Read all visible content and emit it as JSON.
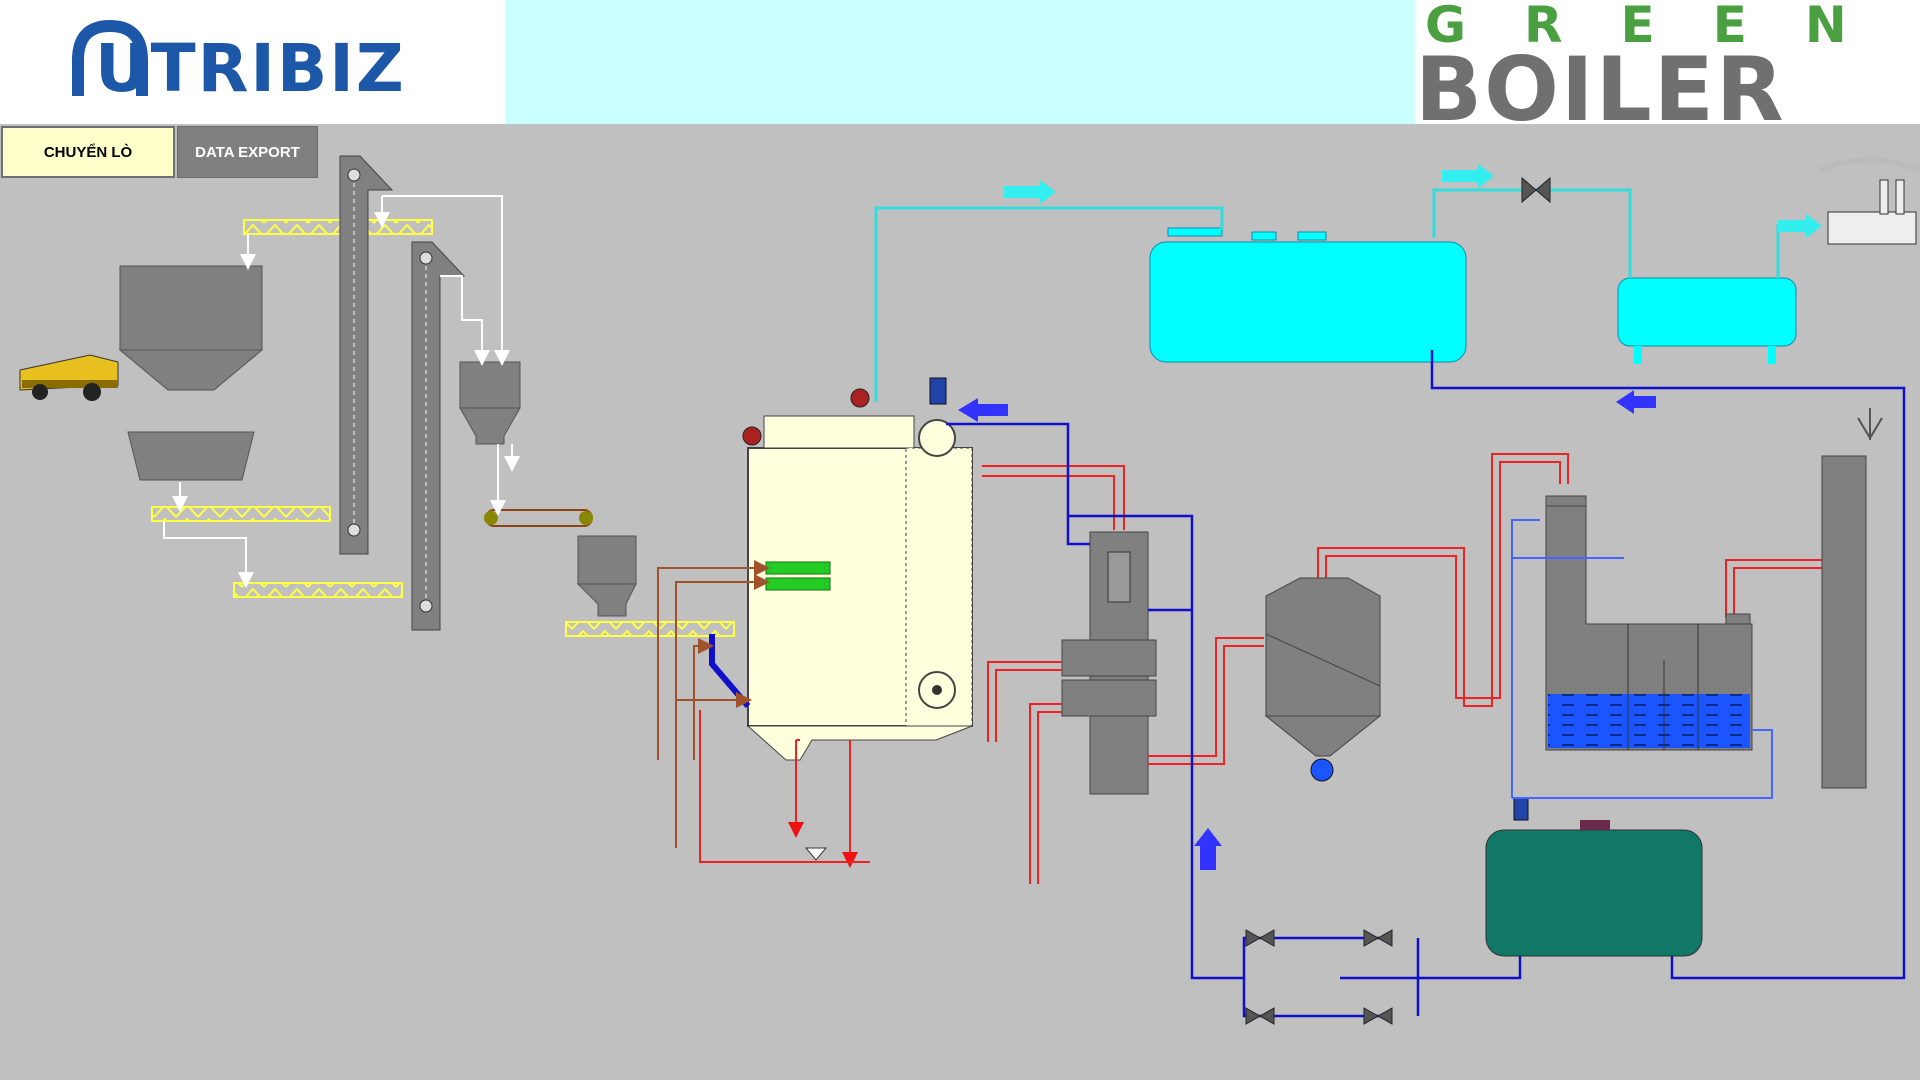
{
  "header": {
    "left_logo_text": "UTRIBIZ",
    "right_logo_line1": "GREEN",
    "right_logo_line2": "BOILER"
  },
  "buttons": {
    "chuyen_lo": "CHUYỂN LÒ",
    "data_export": "DATA EXPORT"
  },
  "colors": {
    "background": "#c0c0c0",
    "banner": "#ccffff",
    "steam_line": "#33dddd",
    "water_line": "#1010cc",
    "flue_gas_line": "#ee2222",
    "air_line": "#a0522d",
    "conveyor": "#ffff66",
    "boiler_body": "#ffffdd",
    "tank_steam": "#00ffff",
    "tank_feed": "#117766",
    "scrubber_water": "#1a4cff"
  },
  "icons": [
    "dump-truck-icon",
    "factory-icon",
    "flow-arrow-icon",
    "valve-icon",
    "pump-icon",
    "level-sensor-icon",
    "pressure-gauge-icon",
    "vent-icon"
  ]
}
